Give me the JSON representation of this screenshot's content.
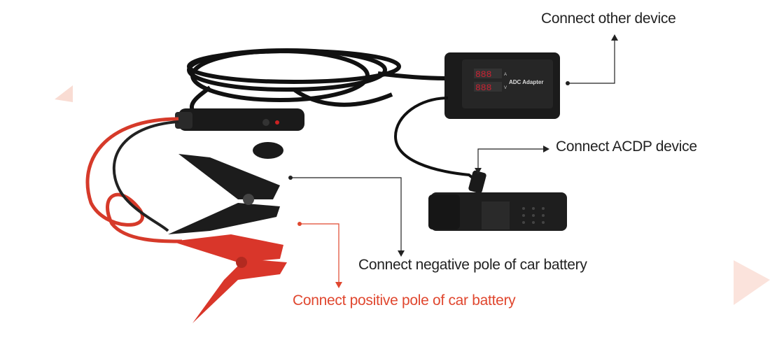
{
  "labels": {
    "other_device": "Connect other device",
    "acdp_device": "Connect ACDP device",
    "negative_pole": "Connect negative pole of car battery",
    "positive_pole": "Connect positive pole of car battery"
  },
  "adapter": {
    "name": "ADC Adapter",
    "display_top": "888",
    "display_bottom": "888",
    "unit_top": "A",
    "unit_bottom": "V"
  },
  "colors": {
    "label": "#222222",
    "positive": "#e0472f",
    "accent_shape": "#f9dcd3"
  }
}
